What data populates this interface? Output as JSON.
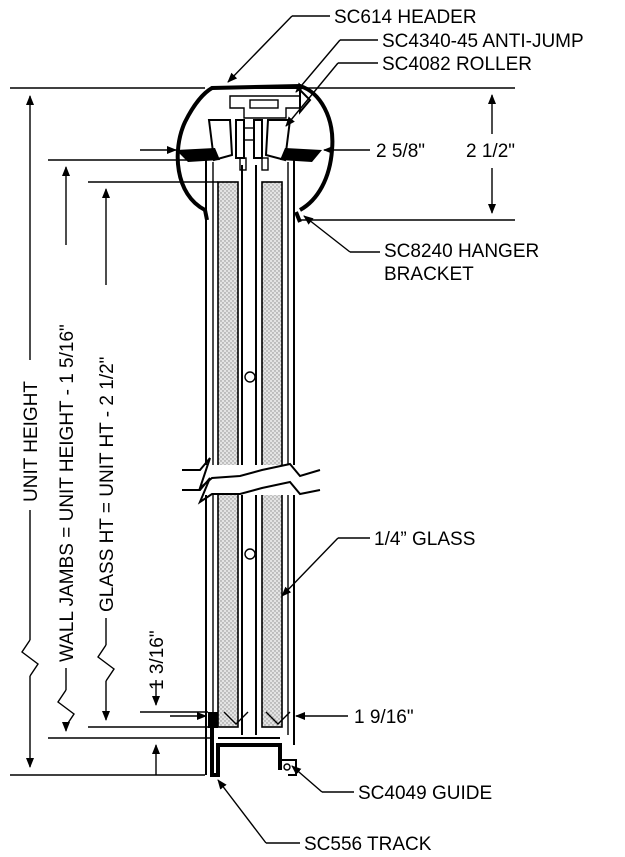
{
  "labels": {
    "header": "SC614 HEADER",
    "anti_jump": "SC4340-45 ANTI-JUMP",
    "roller": "SC4082 ROLLER",
    "dim_2_5_8": "2 5/8\"",
    "dim_2_1_2": "2 1/2\"",
    "hanger_line1": "SC8240 HANGER",
    "hanger_line2": "BRACKET",
    "glass": "1/4” GLASS",
    "dim_1_9_16": "1 9/16\"",
    "guide": "SC4049 GUIDE",
    "track": "SC556 TRACK",
    "unit_height": "UNIT HEIGHT",
    "wall_jambs": "WALL JAMBS = UNIT HEIGHT - 1 5/16\"",
    "glass_ht": "GLASS HT = UNIT HT - 2 1/2\"",
    "dim_1_3_16": "1 3/16\""
  },
  "colors": {
    "ink": "#000000",
    "background": "#ffffff",
    "glass_fill": "#d6d6d6"
  }
}
